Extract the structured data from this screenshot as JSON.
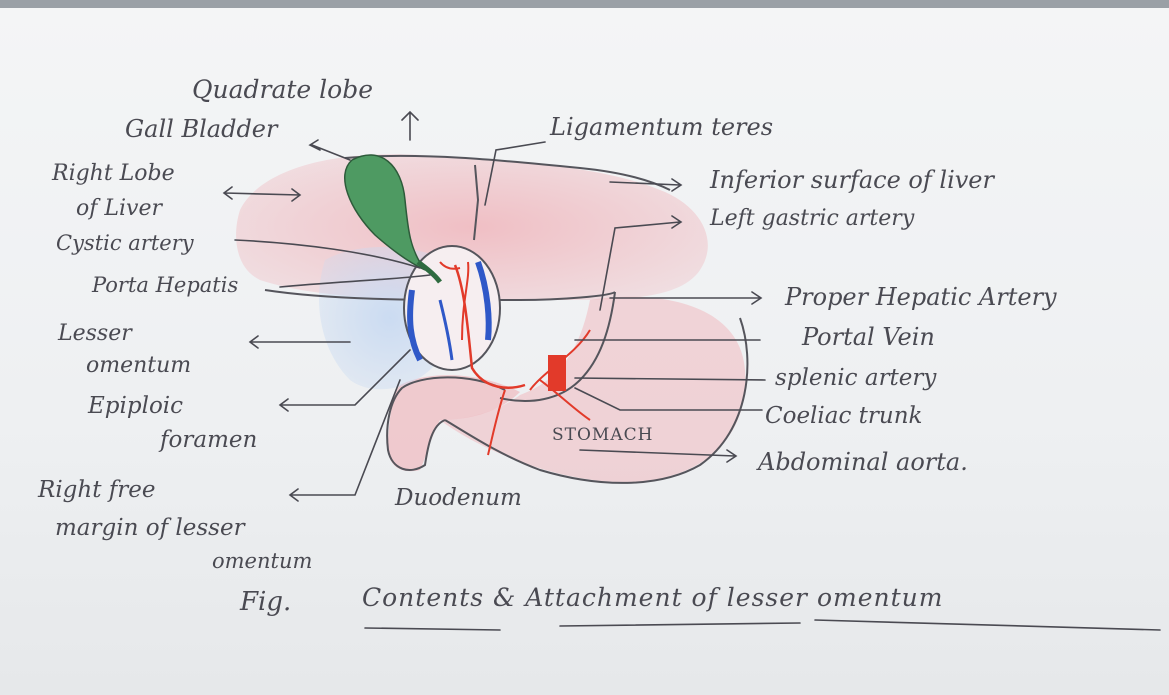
{
  "figure": {
    "labels": {
      "quadrate_lobe": "Quadrate lobe",
      "gall_bladder": "Gall Bladder",
      "ligamentum_teres": "Ligamentum teres",
      "right_lobe_1": "Right Lobe",
      "right_lobe_2": "of Liver",
      "inferior_surface": "Inferior surface of liver",
      "left_gastric": "Left gastric artery",
      "cystic_artery": "Cystic artery",
      "porta_hepatis": "Porta Hepatis",
      "proper_hepatic": "Proper Hepatic Artery",
      "lesser_1": "Lesser",
      "lesser_2": "omentum",
      "portal_vein": "Portal Vein",
      "splenic_artery": "splenic artery",
      "epiploic_1": "Epiploic",
      "epiploic_2": "foramen",
      "coeliac_trunk": "Coeliac trunk",
      "stomach": "STOMACH",
      "abdominal_aorta": "Abdominal aorta.",
      "right_free_1": "Right free",
      "right_free_2": "margin of lesser",
      "right_free_3": "omentum",
      "duodenum": "Duodenum"
    },
    "caption": {
      "prefix": "Fig.",
      "title": "Contents & Attachment of lesser omentum"
    },
    "colors": {
      "liver": "#f0b9bf",
      "lesser_omentum": "#c9daf2",
      "gall_bladder": "#4e9a62",
      "vein": "#2f58c8",
      "artery": "#e23a2a",
      "ink": "#4a4a52"
    }
  }
}
